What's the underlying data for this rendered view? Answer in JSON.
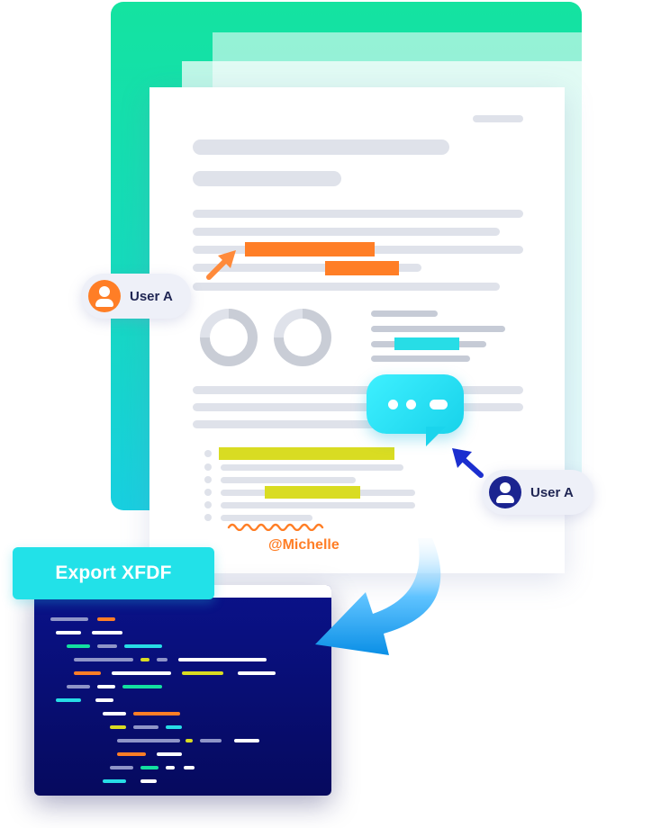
{
  "users": {
    "left": {
      "label": "User A",
      "color": "#ff7e26"
    },
    "right": {
      "label": "User A",
      "color": "#1b2490"
    }
  },
  "mention": "@Michelle",
  "export_button": {
    "label": "Export XFDF"
  },
  "colors": {
    "highlight_orange": "#ff7e26",
    "highlight_yellow": "#d9dc22",
    "highlight_cyan": "#27dde6",
    "accent_green": "#14e3a0",
    "code_background": "#0a128a"
  },
  "icons": {
    "user": "user-icon",
    "comment": "chat-bubble-icon",
    "arrow": "pointer-arrow-icon",
    "export": "curved-arrow-icon"
  }
}
